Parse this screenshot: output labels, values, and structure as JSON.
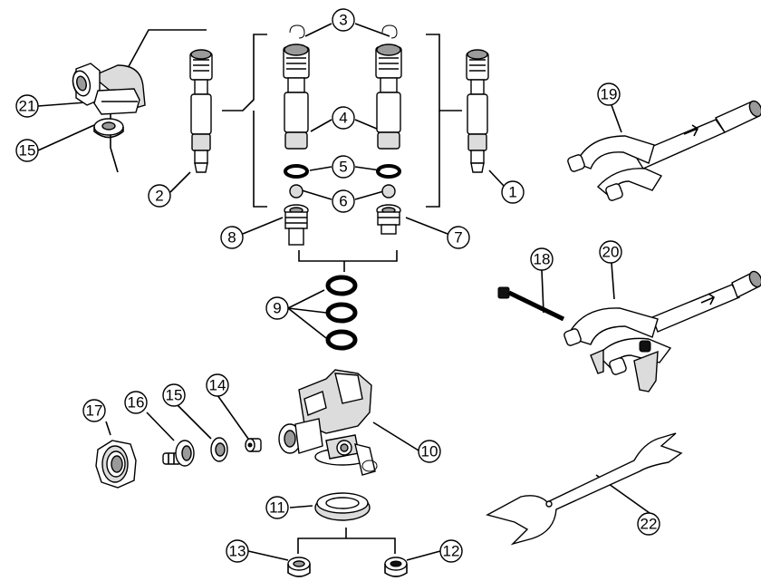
{
  "callouts": {
    "c1": "1",
    "c2": "2",
    "c3": "3",
    "c4": "4",
    "c5": "5",
    "c6": "6",
    "c7": "7",
    "c8": "8",
    "c9": "9",
    "c10": "10",
    "c11": "11",
    "c12": "12",
    "c13": "13",
    "c14": "14",
    "c15a": "15",
    "c15b": "15",
    "c16": "16",
    "c17": "17",
    "c18": "18",
    "c19": "19",
    "c20": "20",
    "c21": "21",
    "c22": "22"
  }
}
